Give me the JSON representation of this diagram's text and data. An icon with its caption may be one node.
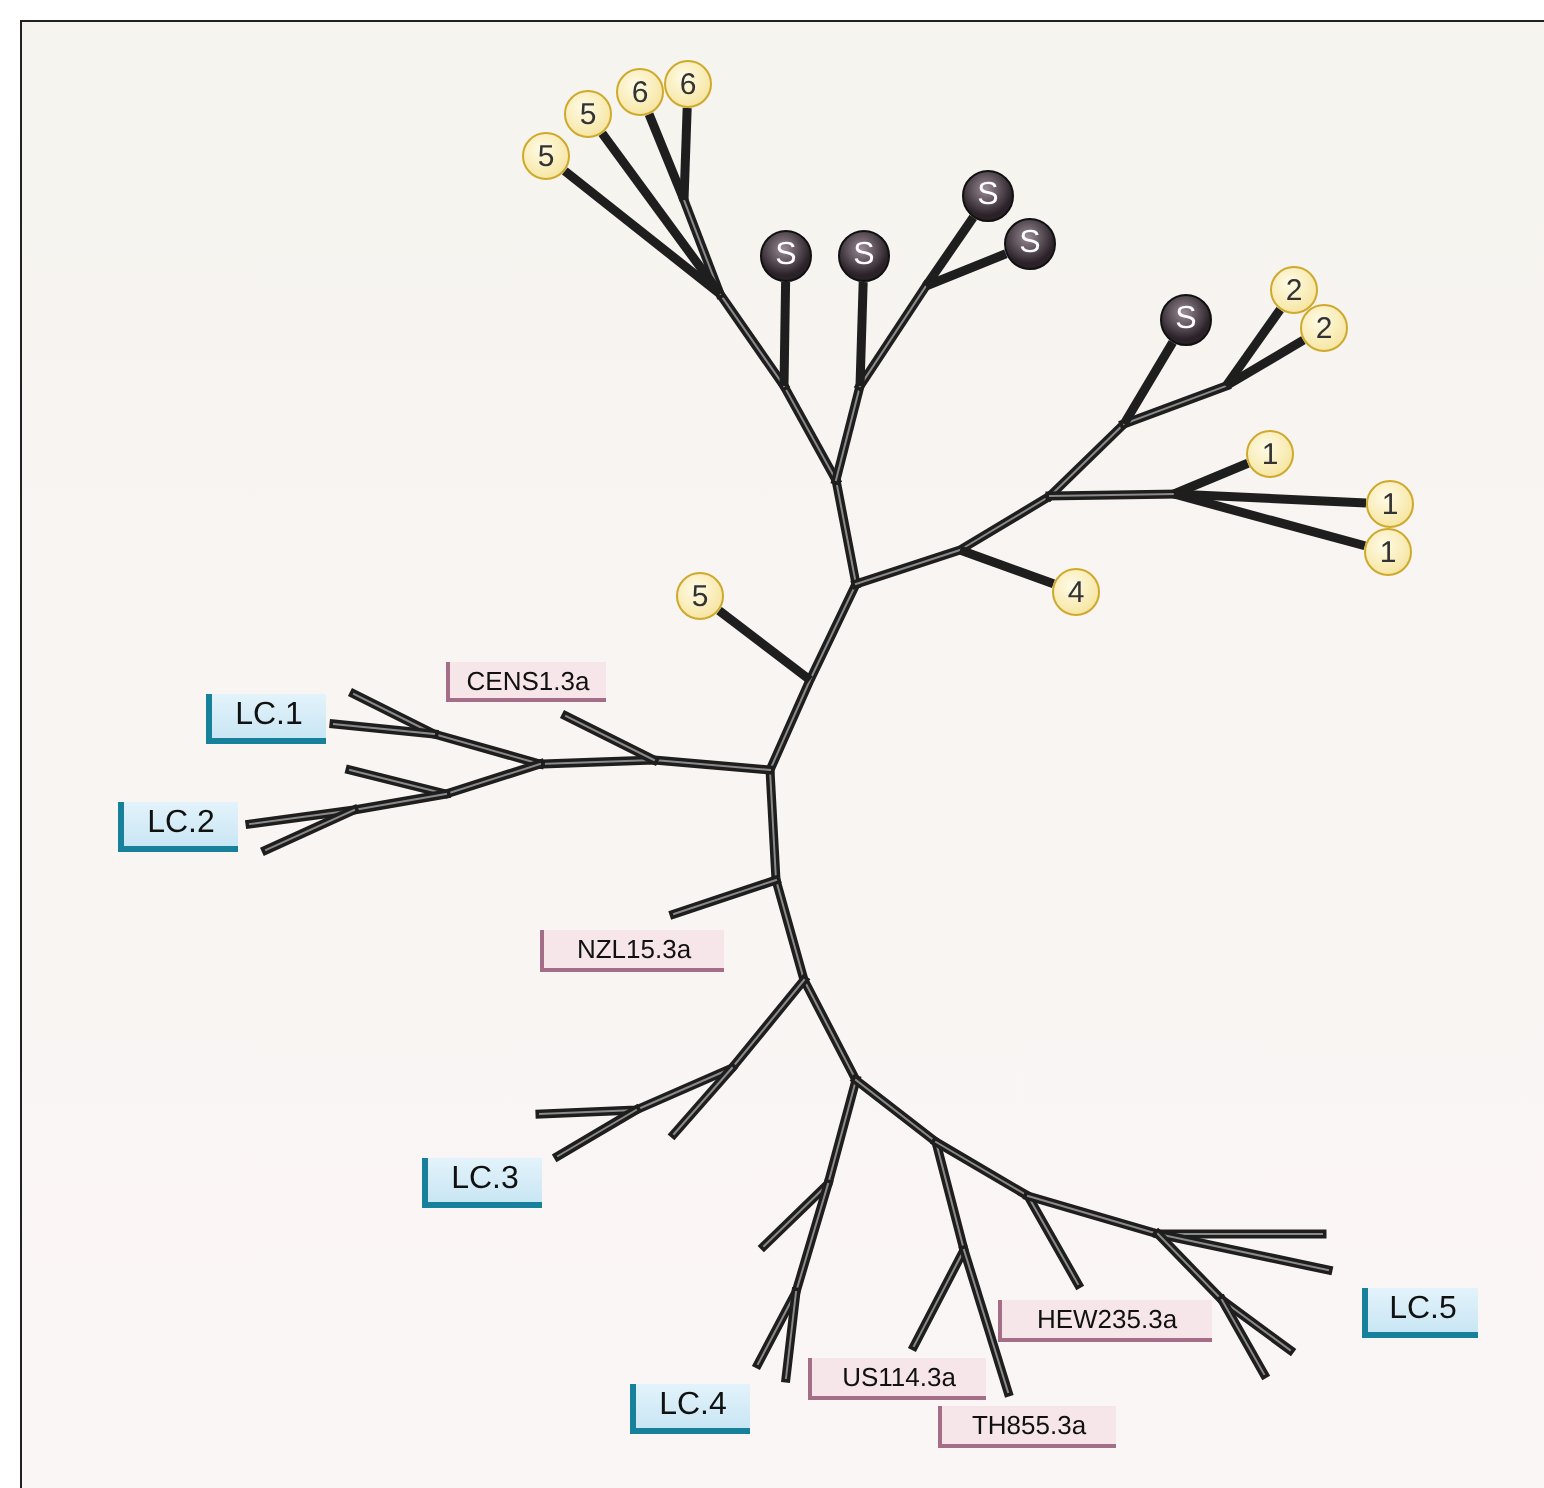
{
  "diagram": {
    "nodes": [
      {
        "text": [
          "6"
        ]
      },
      {
        "text": [
          "6"
        ]
      },
      {
        "text": [
          "5"
        ]
      },
      {
        "text": [
          "5"
        ]
      },
      {
        "text": [
          "S"
        ]
      },
      {
        "text": [
          "S"
        ]
      },
      {
        "text": [
          "S"
        ]
      },
      {
        "text": [
          "S"
        ]
      },
      {
        "text": [
          "2"
        ]
      },
      {
        "text": [
          "S"
        ]
      },
      {
        "text": [
          "2"
        ]
      },
      {
        "text": [
          "1"
        ]
      },
      {
        "text": [
          "1"
        ]
      },
      {
        "text": [
          "1"
        ]
      },
      {
        "text": [
          "4"
        ]
      },
      {
        "text": [
          "5"
        ]
      },
      {
        "text": [
          "CENS1.3a"
        ]
      },
      {
        "text": [
          "LC.1"
        ]
      },
      {
        "text": [
          "LC.2"
        ]
      },
      {
        "text": [
          "NZL15.3a"
        ]
      },
      {
        "text": [
          "LC.3"
        ]
      },
      {
        "text": [
          "LC.5"
        ]
      },
      {
        "text": [
          "HEW235.3a"
        ]
      },
      {
        "text": [
          "US114.3a"
        ]
      },
      {
        "text": [
          "LC.4"
        ]
      },
      {
        "text": [
          "TH855.3a"
        ]
      }
    ],
    "edges": [
      {
        "from": null,
        "to": 0,
        "arrow": "none"
      },
      {
        "from": null,
        "to": 1,
        "arrow": "none"
      },
      {
        "from": null,
        "to": 2,
        "arrow": "none"
      },
      {
        "from": null,
        "to": 3,
        "arrow": "none"
      },
      {
        "from": null,
        "to": 4,
        "arrow": "none"
      },
      {
        "from": null,
        "to": 5,
        "arrow": "none"
      },
      {
        "from": null,
        "to": 6,
        "arrow": "none"
      },
      {
        "from": null,
        "to": 7,
        "arrow": "none"
      },
      {
        "from": null,
        "to": 8,
        "arrow": "none"
      },
      {
        "from": null,
        "to": 9,
        "arrow": "none"
      },
      {
        "from": null,
        "to": 10,
        "arrow": "none"
      },
      {
        "from": null,
        "to": 11,
        "arrow": "none"
      },
      {
        "from": null,
        "to": 12,
        "arrow": "none"
      },
      {
        "from": null,
        "to": 13,
        "arrow": "none"
      },
      {
        "from": null,
        "to": 14,
        "arrow": "none"
      },
      {
        "from": null,
        "to": 15,
        "arrow": "none"
      }
    ]
  }
}
